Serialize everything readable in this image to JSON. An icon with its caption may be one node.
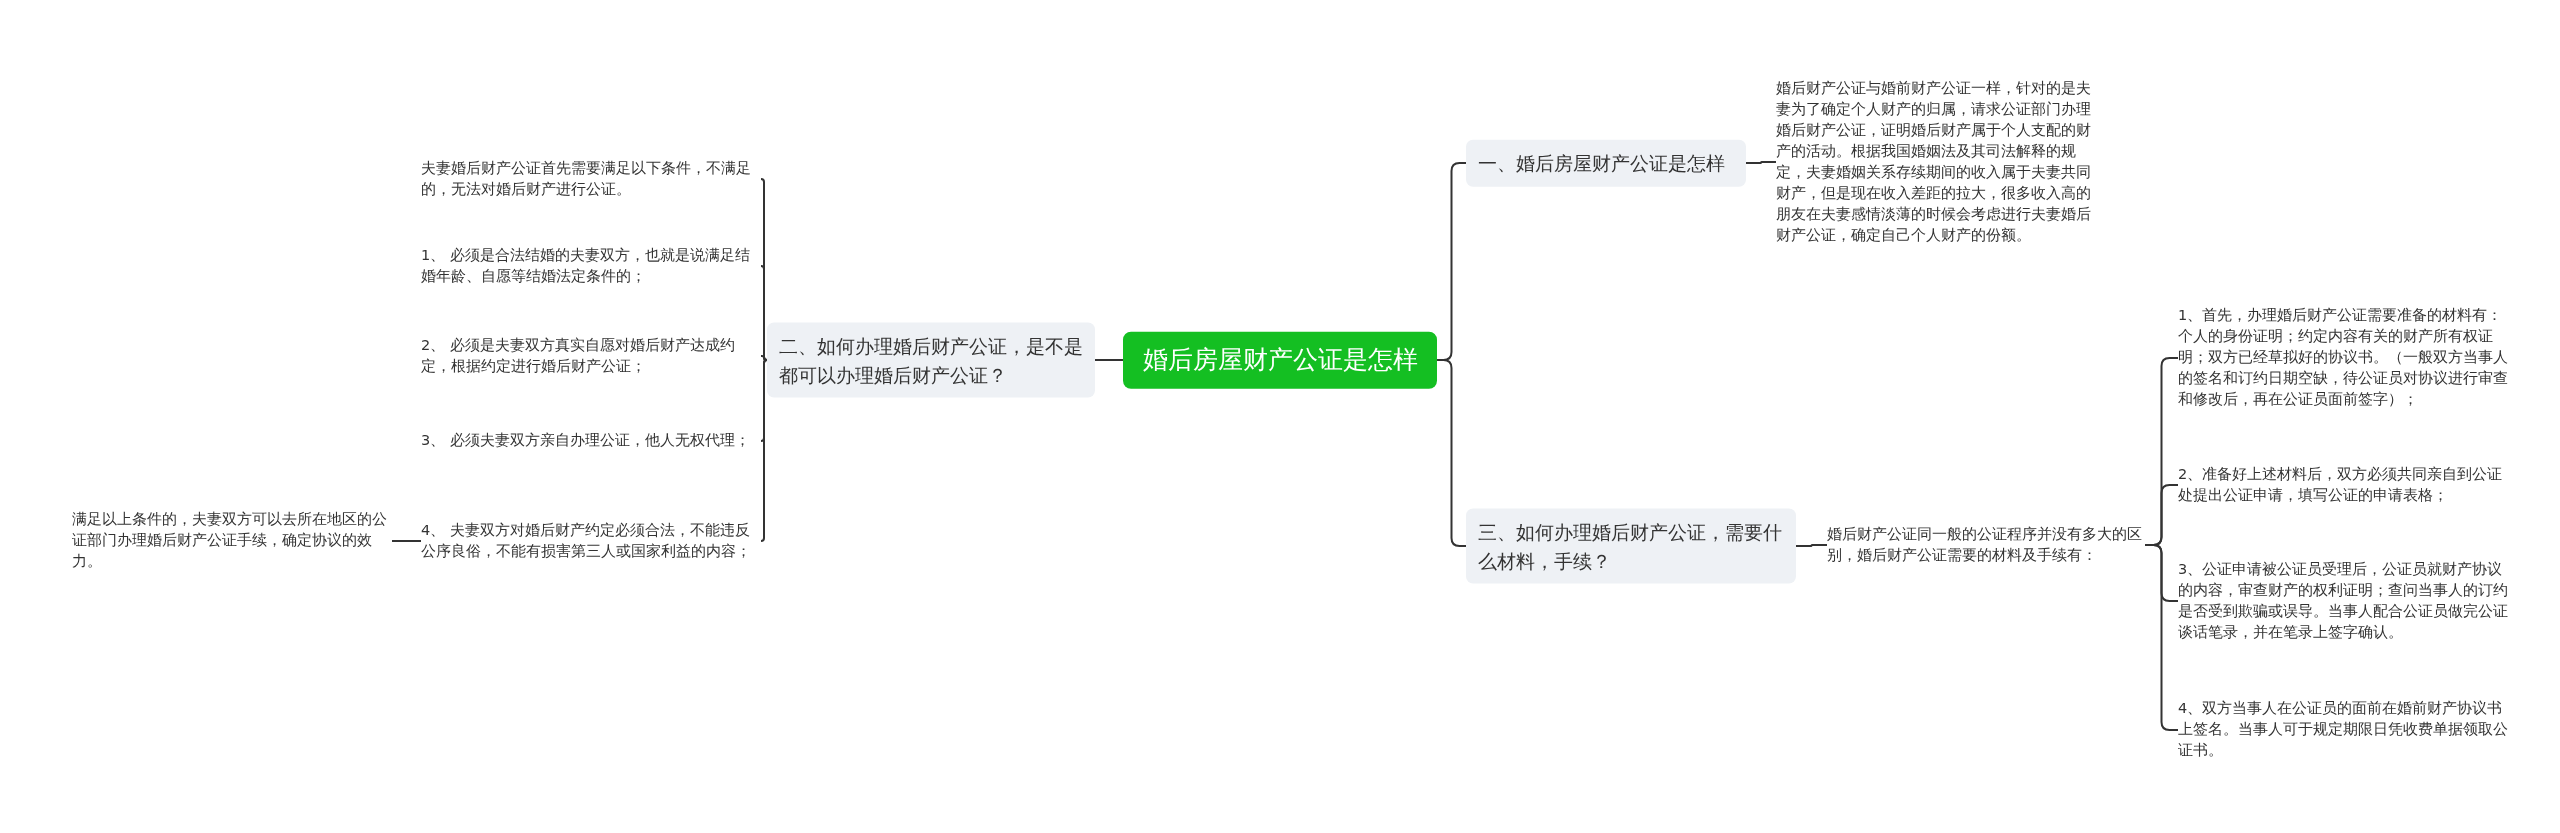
{
  "diagram": {
    "nodes": [
      {
        "text": [
          "婚后房屋财产公证是怎样"
        ]
      },
      {
        "text": [
          "一、婚后房屋财产公证是怎样"
        ]
      },
      {
        "text": [
          "婚后财产公证与婚前财产公证一样，针对的是夫妻为了确定个人财产的归属，请求公证部门办理婚后财产公证，证明婚后财产属于个人支配的财产的活动。根据我国婚姻法及其司法解释的规定，夫妻婚姻关系存续期间的收入属于夫妻共同财产，但是现在收入差距的拉大，很多收入高的朋友在夫妻感情淡薄的时候会考虑进行夫妻婚后财产公证，确定自己个人财产的份额。"
        ]
      },
      {
        "text": [
          "二、如何办理婚后财产公证，是不是都可以办理婚后财产公证？"
        ]
      },
      {
        "text": [
          "夫妻婚后财产公证首先需要满足以下条件，不满足的，无法对婚后财产进行公证。"
        ]
      },
      {
        "text": [
          "1、 必须是合法结婚的夫妻双方，也就是说满足结婚年龄、自愿等结婚法定条件的；"
        ]
      },
      {
        "text": [
          "2、 必须是夫妻双方真实自愿对婚后财产达成约定，根据约定进行婚后财产公证；"
        ]
      },
      {
        "text": [
          "3、 必须夫妻双方亲自办理公证，他人无权代理；"
        ]
      },
      {
        "text": [
          "4、 夫妻双方对婚后财产约定必须合法，不能违反公序良俗，不能有损害第三人或国家利益的内容；"
        ]
      },
      {
        "text": [
          "满足以上条件的，夫妻双方可以去所在地区的公证部门办理婚后财产公证手续，确定协议的效力。"
        ]
      },
      {
        "text": [
          "三、如何办理婚后财产公证，需要什么材料，手续？"
        ]
      },
      {
        "text": [
          "婚后财产公证同一般的公证程序并没有多大的区别，婚后财产公证需要的材料及手续有："
        ]
      },
      {
        "text": [
          "1、首先，办理婚后财产公证需要准备的材料有：个人的身份证明；约定内容有关的财产所有权证明；双方已经草拟好的协议书。（一般双方当事人的签名和订约日期空缺，待公证员对协议进行审查和修改后，再在公证员面前签字）；"
        ]
      },
      {
        "text": [
          "2、准备好上述材料后，双方必须共同亲自到公证处提出公证申请，填写公证的申请表格；"
        ]
      },
      {
        "text": [
          "3、公证申请被公证员受理后，公证员就财产协议的内容，审查财产的权利证明；查问当事人的订约是否受到欺骗或误导。当事人配合公证员做完公证谈话笔录，并在笔录上签字确认。"
        ]
      },
      {
        "text": [
          "4、双方当事人在公证员的面前在婚前财产协议书上签名。当事人可于规定期限日凭收费单据领取公证书。"
        ]
      }
    ],
    "edges": [
      {
        "from": 0,
        "to": 1,
        "arrow": "none"
      },
      {
        "from": 1,
        "to": 2,
        "arrow": "none"
      },
      {
        "from": 0,
        "to": 3,
        "arrow": "none"
      },
      {
        "from": 3,
        "to": 4,
        "arrow": "none"
      },
      {
        "from": 3,
        "to": 5,
        "arrow": "none"
      },
      {
        "from": 3,
        "to": 6,
        "arrow": "none"
      },
      {
        "from": 3,
        "to": 7,
        "arrow": "none"
      },
      {
        "from": 3,
        "to": 8,
        "arrow": "none"
      },
      {
        "from": 8,
        "to": 9,
        "arrow": "none"
      },
      {
        "from": 0,
        "to": 10,
        "arrow": "none"
      },
      {
        "from": 10,
        "to": 11,
        "arrow": "none"
      },
      {
        "from": 11,
        "to": 12,
        "arrow": "none"
      },
      {
        "from": 11,
        "to": 13,
        "arrow": "none"
      },
      {
        "from": 11,
        "to": 14,
        "arrow": "none"
      },
      {
        "from": 11,
        "to": 15,
        "arrow": "none"
      }
    ]
  }
}
